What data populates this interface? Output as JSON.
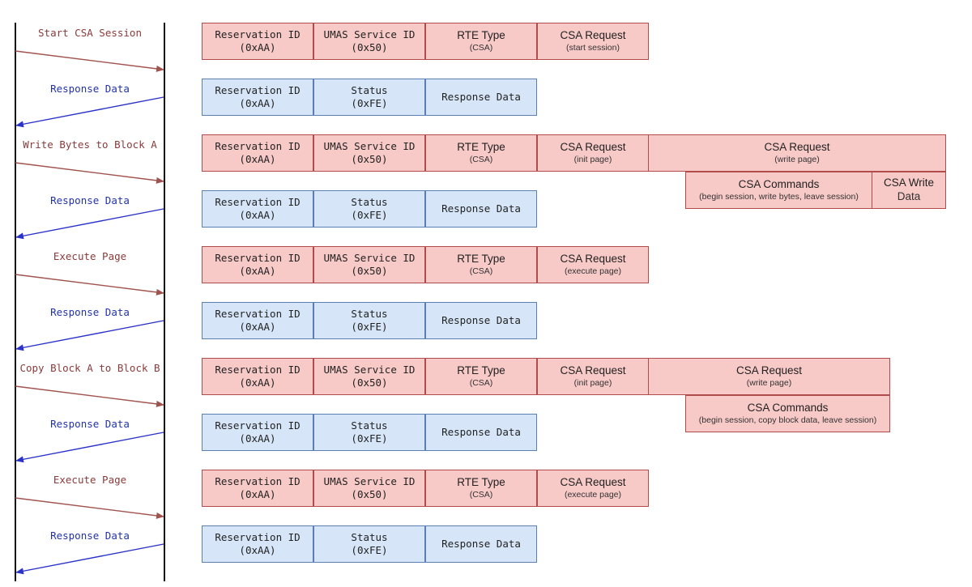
{
  "sequence": [
    {
      "label": "Start CSA Session",
      "kind": "req"
    },
    {
      "label": "Response Data",
      "kind": "resp"
    },
    {
      "label": "Write Bytes to Block A",
      "kind": "req"
    },
    {
      "label": "Response Data",
      "kind": "resp"
    },
    {
      "label": "Execute Page",
      "kind": "req"
    },
    {
      "label": "Response Data",
      "kind": "resp"
    },
    {
      "label": "Copy Block A to Block B",
      "kind": "req"
    },
    {
      "label": "Response Data",
      "kind": "resp"
    },
    {
      "label": "Execute Page",
      "kind": "req"
    },
    {
      "label": "Response Data",
      "kind": "resp"
    }
  ],
  "packets": [
    {
      "kind": "req",
      "cells": [
        {
          "l1": "Reservation ID",
          "l2": "(0xAA)",
          "font": "mono"
        },
        {
          "l1": "UMAS Service ID",
          "l2": "(0x50)",
          "font": "mono"
        },
        {
          "l1": "RTE Type",
          "l2": "(CSA)",
          "font": "sans"
        },
        {
          "l1": "CSA Request",
          "l2": "(start session)",
          "font": "sans"
        }
      ]
    },
    {
      "kind": "resp",
      "cells": [
        {
          "l1": "Reservation ID",
          "l2": "(0xAA)",
          "font": "mono"
        },
        {
          "l1": "Status",
          "l2": "(0xFE)",
          "font": "mono"
        },
        {
          "l1": "Response Data",
          "l2": "",
          "font": "mono"
        }
      ]
    },
    {
      "kind": "req",
      "cells": [
        {
          "l1": "Reservation ID",
          "l2": "(0xAA)",
          "font": "mono"
        },
        {
          "l1": "UMAS Service ID",
          "l2": "(0x50)",
          "font": "mono"
        },
        {
          "l1": "RTE Type",
          "l2": "(CSA)",
          "font": "sans"
        },
        {
          "l1": "CSA Request",
          "l2": "(init page)",
          "font": "sans"
        },
        {
          "l1": "CSA Request",
          "l2": "(write page)",
          "font": "sans"
        }
      ],
      "sub": [
        {
          "l1": "CSA Commands",
          "l2": "(begin session, write bytes, leave session)",
          "font": "sans"
        },
        {
          "l1": "CSA Write",
          "l2": "Data",
          "font": "sans-plain"
        }
      ]
    },
    {
      "kind": "resp",
      "cells": [
        {
          "l1": "Reservation ID",
          "l2": "(0xAA)",
          "font": "mono"
        },
        {
          "l1": "Status",
          "l2": "(0xFE)",
          "font": "mono"
        },
        {
          "l1": "Response Data",
          "l2": "",
          "font": "mono"
        }
      ]
    },
    {
      "kind": "req",
      "cells": [
        {
          "l1": "Reservation ID",
          "l2": "(0xAA)",
          "font": "mono"
        },
        {
          "l1": "UMAS Service ID",
          "l2": "(0x50)",
          "font": "mono"
        },
        {
          "l1": "RTE Type",
          "l2": "(CSA)",
          "font": "sans"
        },
        {
          "l1": "CSA Request",
          "l2": "(execute page)",
          "font": "sans"
        }
      ]
    },
    {
      "kind": "resp",
      "cells": [
        {
          "l1": "Reservation ID",
          "l2": "(0xAA)",
          "font": "mono"
        },
        {
          "l1": "Status",
          "l2": "(0xFE)",
          "font": "mono"
        },
        {
          "l1": "Response Data",
          "l2": "",
          "font": "mono"
        }
      ]
    },
    {
      "kind": "req",
      "cells": [
        {
          "l1": "Reservation ID",
          "l2": "(0xAA)",
          "font": "mono"
        },
        {
          "l1": "UMAS Service ID",
          "l2": "(0x50)",
          "font": "mono"
        },
        {
          "l1": "RTE Type",
          "l2": "(CSA)",
          "font": "sans"
        },
        {
          "l1": "CSA Request",
          "l2": "(init page)",
          "font": "sans"
        },
        {
          "l1": "CSA Request",
          "l2": "(write page)",
          "font": "sans"
        }
      ],
      "sub": [
        {
          "l1": "CSA Commands",
          "l2": "(begin session, copy block data, leave session)",
          "font": "sans"
        }
      ]
    },
    {
      "kind": "resp",
      "cells": [
        {
          "l1": "Reservation ID",
          "l2": "(0xAA)",
          "font": "mono"
        },
        {
          "l1": "Status",
          "l2": "(0xFE)",
          "font": "mono"
        },
        {
          "l1": "Response Data",
          "l2": "",
          "font": "mono"
        }
      ]
    },
    {
      "kind": "req",
      "cells": [
        {
          "l1": "Reservation ID",
          "l2": "(0xAA)",
          "font": "mono"
        },
        {
          "l1": "UMAS Service ID",
          "l2": "(0x50)",
          "font": "mono"
        },
        {
          "l1": "RTE Type",
          "l2": "(CSA)",
          "font": "sans"
        },
        {
          "l1": "CSA Request",
          "l2": "(execute page)",
          "font": "sans"
        }
      ]
    },
    {
      "kind": "resp",
      "cells": [
        {
          "l1": "Reservation ID",
          "l2": "(0xAA)",
          "font": "mono"
        },
        {
          "l1": "Status",
          "l2": "(0xFE)",
          "font": "mono"
        },
        {
          "l1": "Response Data",
          "l2": "",
          "font": "mono"
        }
      ]
    }
  ],
  "colors": {
    "request_arrow": "#a0524d",
    "response_arrow": "#2a32c8",
    "request_fill": "#f7c9c7",
    "response_fill": "#d6e6f8"
  }
}
